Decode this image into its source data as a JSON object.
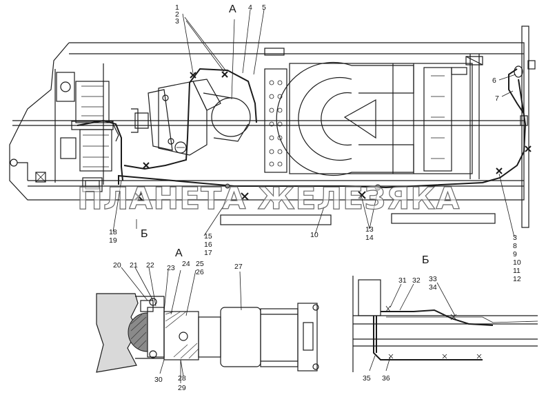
{
  "watermark": "ПЛАНЕТА ЖЕЛЕЗЯКА",
  "view_markers": {
    "a_top": "А",
    "b_top": "Б",
    "a_detail": "А",
    "b_detail": "Б"
  },
  "callouts": {
    "c1": "1",
    "c2": "2",
    "c3": "3",
    "c4": "4",
    "c5": "5",
    "c6": "6",
    "c7": "7",
    "c3b": "3",
    "c8": "8",
    "c9": "9",
    "c10b": "10",
    "c11": "11",
    "c12": "12",
    "c10": "10",
    "c13": "13",
    "c14": "14",
    "c15": "15",
    "c16": "16",
    "c17": "17",
    "c18": "18",
    "c19": "19",
    "c20": "20",
    "c21": "21",
    "c22": "22",
    "c23": "23",
    "c24": "24",
    "c25": "25",
    "c26": "26",
    "c27": "27",
    "c28": "28",
    "c29": "29",
    "c30": "30",
    "c31": "31",
    "c32": "32",
    "c33": "33",
    "c34": "34",
    "c35": "35",
    "c36": "36"
  }
}
